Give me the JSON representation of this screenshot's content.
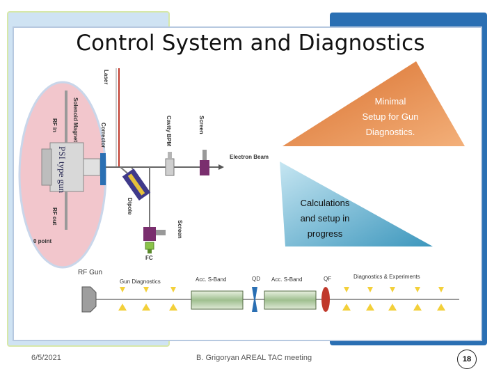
{
  "title": "Control System and Diagnostics",
  "labels": {
    "laser": "Laser",
    "solenoid": "Solenoid Magnet",
    "rf_in": "RF in",
    "corrector": "Corrector",
    "cavity_bpm": "Cavity BPM",
    "screen_top": "Screen",
    "electron_beam": "Electron Beam",
    "dipole": "Dipole",
    "screen_bottom": "Screen",
    "fc": "FC",
    "rf_out": "RF out",
    "zero_point": "0 point",
    "psi_gun": "PSI type gun",
    "rf_gun": "RF Gun",
    "gun_diagnostics": "Gun Diagnostics",
    "acc_sband_1": "Acc. S-Band",
    "qd": "QD",
    "acc_sband_2": "Acc. S-Band",
    "qf": "QF",
    "diag_experiments": "Diagnostics & Experiments"
  },
  "callouts": {
    "orange": [
      "Minimal",
      "Setup for Gun",
      "Diagnostics."
    ],
    "blue": [
      "Calculations",
      "and setup in",
      "progress"
    ]
  },
  "colors": {
    "orange_callout": "#e8884a",
    "blue_callout": "#4aa3c4",
    "gun_oval": "#f2c6cc",
    "accent_blue": "#2a6fb3"
  },
  "footer": {
    "date": "6/5/2021",
    "center": "B. Grigoryan  AREAL TAC meeting",
    "page": "18"
  }
}
